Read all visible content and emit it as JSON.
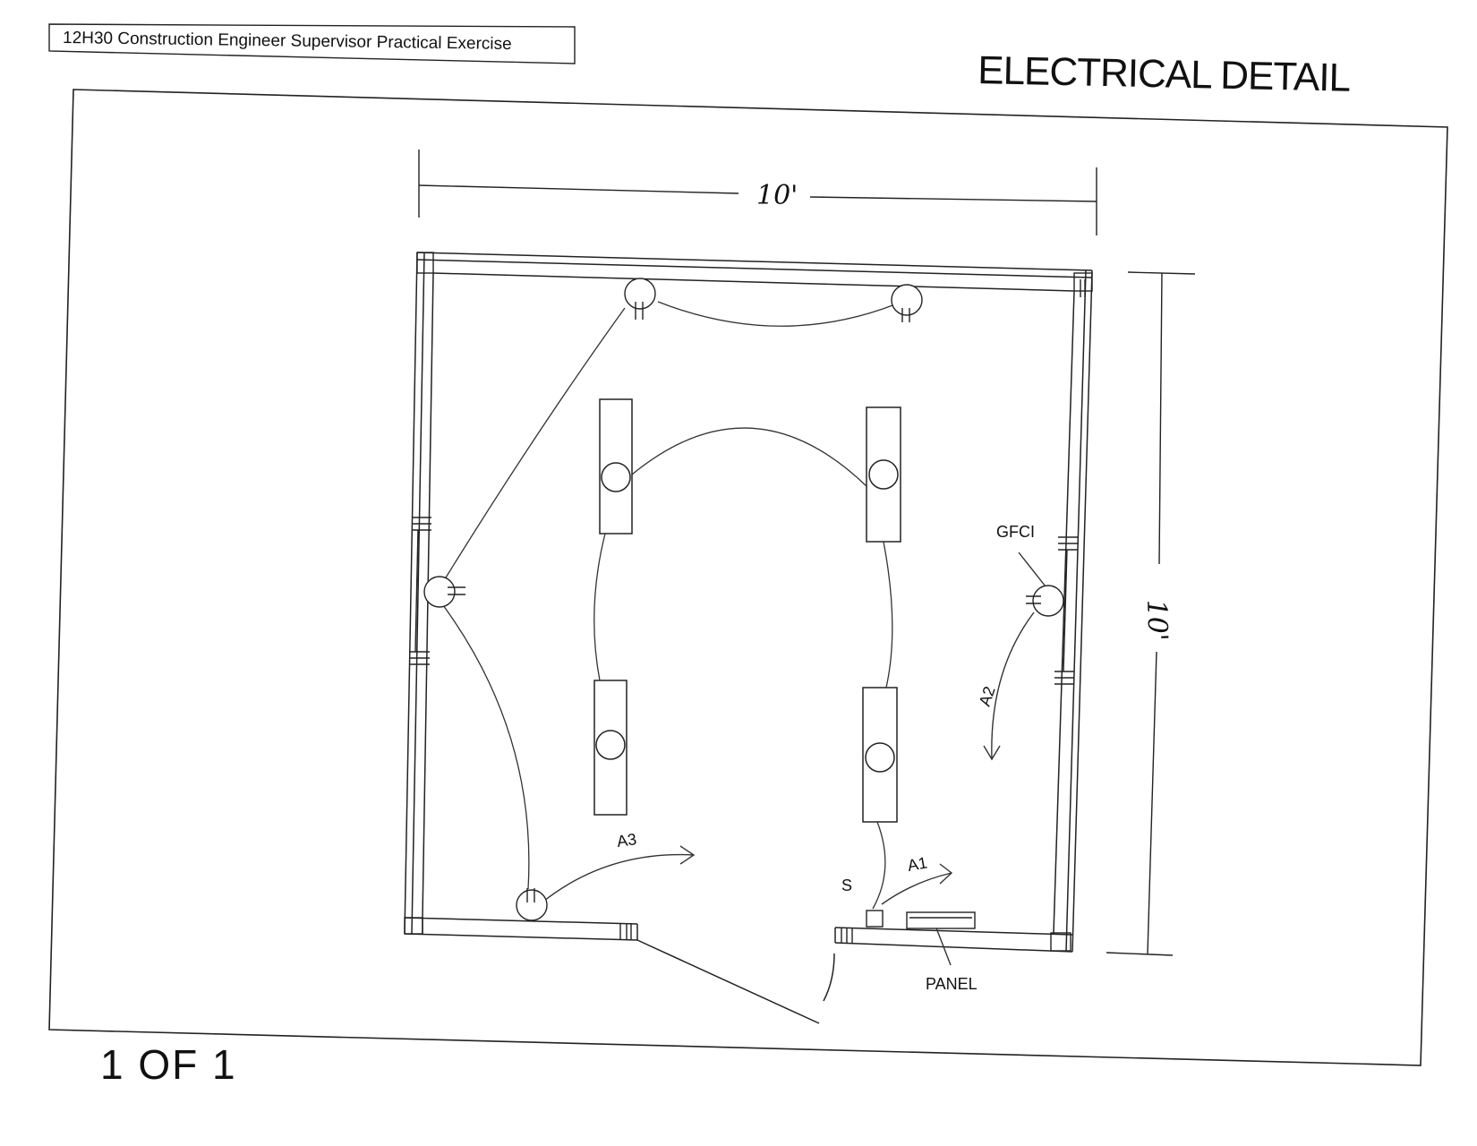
{
  "sheet": {
    "exercise_label": "12H30 Construction Engineer Supervisor Practical Exercise",
    "title": "ELECTRICAL DETAIL",
    "page_number": "1 OF 1"
  },
  "dimensions": {
    "width_label": "10'",
    "height_label": "10'"
  },
  "labels": {
    "gfci": "GFCI",
    "circuit_a1": "A1",
    "circuit_a2": "A2",
    "circuit_a3": "A3",
    "switch": "S",
    "panel": "PANEL"
  },
  "colors": {
    "ink": "#222222",
    "paper": "#ffffff"
  }
}
